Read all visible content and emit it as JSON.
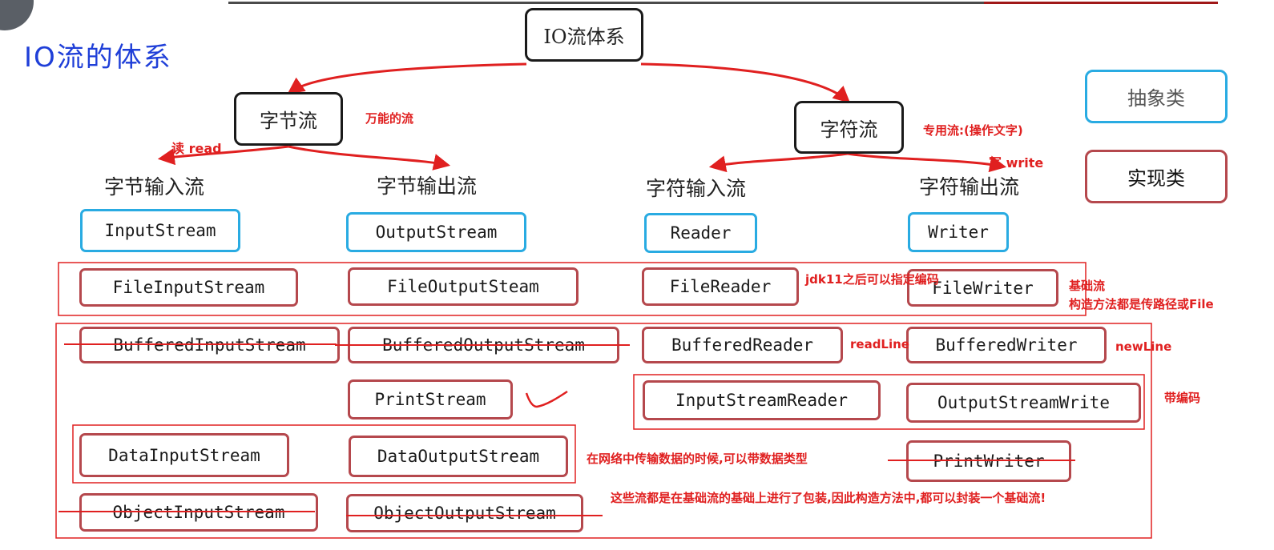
{
  "title": "IO流的体系",
  "root": "IO流体系",
  "byte_stream": {
    "label": "字节流",
    "note": "万能的流",
    "read_note": "读  read"
  },
  "char_stream": {
    "label": "字符流",
    "note": "专用流:(操作文字)",
    "write_note": "写  write"
  },
  "categories": {
    "byte_input": "字节输入流",
    "byte_output": "字节输出流",
    "char_input": "字符输入流",
    "char_output": "字符输出流"
  },
  "legend": {
    "abstract": "抽象类",
    "impl": "实现类"
  },
  "classes": {
    "input_stream": "InputStream",
    "output_stream": "OutputStream",
    "reader": "Reader",
    "writer": "Writer",
    "file_input_stream": "FileInputStream",
    "file_output_steam": "FileOutputSteam",
    "file_reader": "FileReader",
    "file_writer": "FileWriter",
    "buffered_input_stream": "BufferedInputStream",
    "buffered_output_stream": "BufferedOutputStream",
    "buffered_reader": "BufferedReader",
    "buffered_writer": "BufferedWriter",
    "print_stream": "PrintStream",
    "input_stream_reader": "InputStreamReader",
    "output_stream_write": "OutputStreamWrite",
    "data_input_stream": "DataInputStream",
    "data_output_stream": "DataOutputStream",
    "print_writer": "PrintWriter",
    "object_input_stream": "ObjectInputStream",
    "object_output_stream": "ObjectOutputStream"
  },
  "notes": {
    "jdk11": "jdk11之后可以指定编码",
    "basic_stream": "基础流",
    "basic_stream_ctor": "构造方法都是传路径或File",
    "read_line": "readLine",
    "new_line": "newLine",
    "with_encoding": "带编码",
    "network_data": "在网络中传输数据的时候,可以带数据类型",
    "wrapped_streams": "这些流都是在基础流的基础上进行了包装,因此构造方法中,都可以封装一个基础流!"
  },
  "colors": {
    "abstract_border": "#29abe2",
    "impl_border": "#b5484d",
    "annotation": "#e02020",
    "title": "#1f3fd8"
  }
}
